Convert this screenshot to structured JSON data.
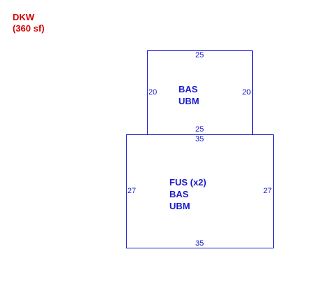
{
  "header": {
    "title": "DKW",
    "area": "(360 sf)"
  },
  "sections": {
    "upper": {
      "top_dim": "25",
      "left_dim": "20",
      "right_dim": "20",
      "bottom_dim": "25",
      "labels": [
        "BAS",
        "UBM"
      ]
    },
    "lower": {
      "top_dim": "35",
      "left_dim": "27",
      "right_dim": "27",
      "bottom_dim": "35",
      "labels": [
        "FUS (x2)",
        "BAS",
        "UBM"
      ]
    }
  },
  "colors": {
    "title": "#d40000",
    "lines": "#1a1acd"
  }
}
